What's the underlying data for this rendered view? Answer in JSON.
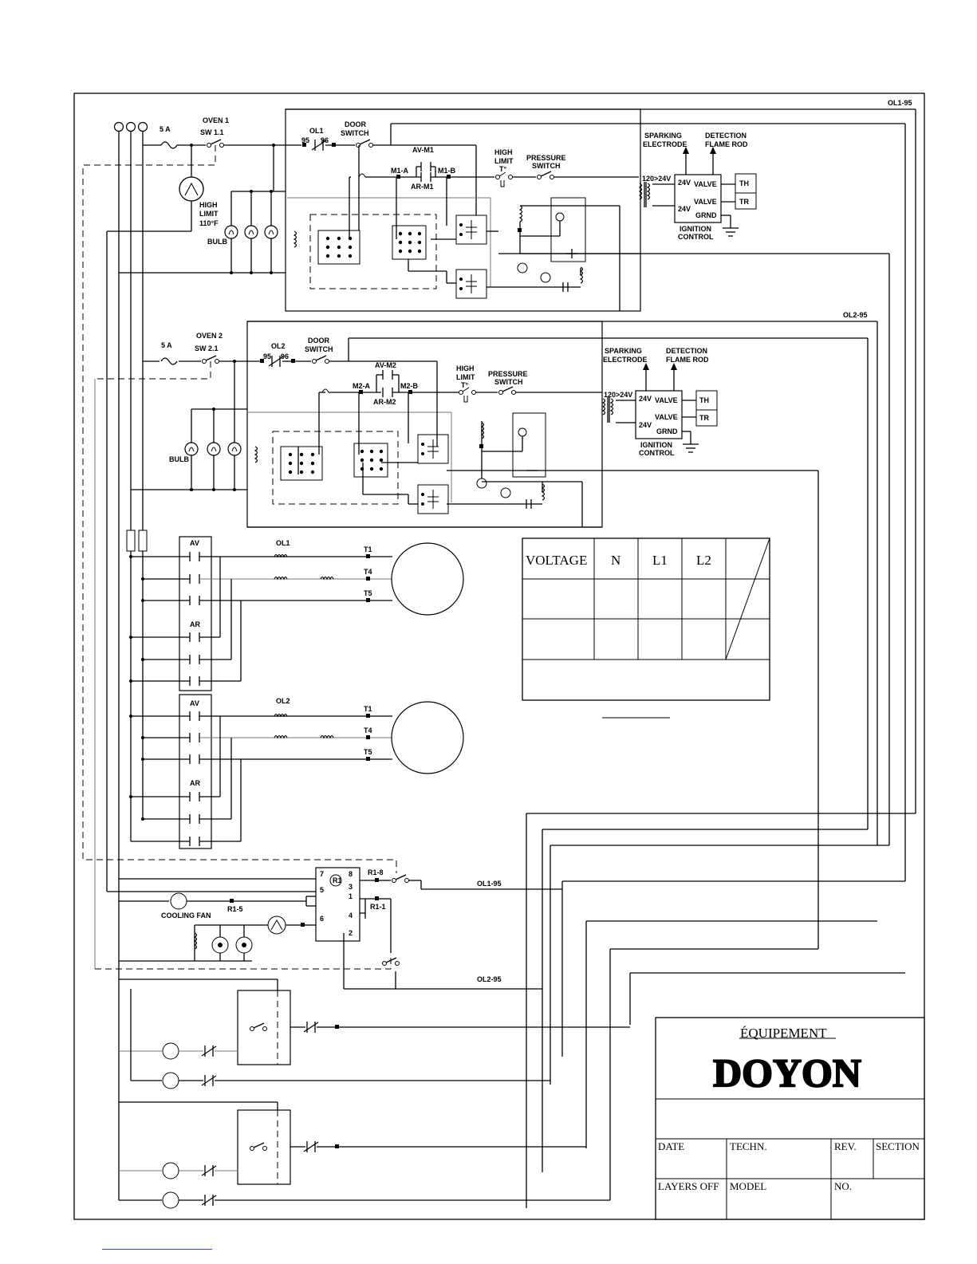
{
  "labels": {
    "ol1_95": "OL1-95",
    "ol2_95": "OL2-95",
    "fuse_5a": "5  A",
    "oven1_title": "OVEN 1",
    "sw11": "SW 1.1",
    "oven2_title": "OVEN 2",
    "sw21": "SW 2.1",
    "ol1": "OL1",
    "ol2": "OL2",
    "n95": "95",
    "n96": "96",
    "door": "DOOR",
    "switch": "SWITCH",
    "avm1": "AV-M1",
    "arm1": "AR-M1",
    "m1a": "M1-A",
    "m1b": "M1-B",
    "avm2": "AV-M2",
    "arm2": "AR-M2",
    "m2a": "M2-A",
    "m2b": "M2-B",
    "high": "HIGH",
    "limit": "LIMIT",
    "tdeg": "T°",
    "pressure": "PRESSURE",
    "sparking": "SPARKING",
    "electrode": "ELECTRODE",
    "detection": "DETECTION",
    "flamerod": "FLAME ROD",
    "v120_24": "120>24V",
    "v24": "24V",
    "valve": "VALVE",
    "grnd": "GRND",
    "th": "TH",
    "tr": "TR",
    "ignition": "IGNITION",
    "control": "CONTROL",
    "bulb": "BULB",
    "f110": "110°F",
    "av": "AV",
    "ar": "AR",
    "t1": "T1",
    "t4": "T4",
    "t5": "T5",
    "r1": "R1",
    "r18": "R1-8",
    "r15": "R1-5",
    "r11": "R1-1",
    "cooling_fan": "COOLING FAN",
    "p7": "7",
    "p8": "8",
    "p5": "5",
    "p3": "3",
    "p1": "1",
    "p6": "6",
    "p4": "4",
    "p2": "2"
  },
  "voltage_table": {
    "headers": [
      "VOLTAGE",
      "N",
      "L1",
      "L2"
    ]
  },
  "title_block": {
    "brand_top": "ÉQUIPEMENT",
    "brand": "DOYON",
    "date": "DATE",
    "techn": "TECHN.",
    "rev": "REV.",
    "section": "SECTION",
    "layers_off": "LAYERS OFF",
    "model": "MODEL",
    "no": "NO."
  }
}
